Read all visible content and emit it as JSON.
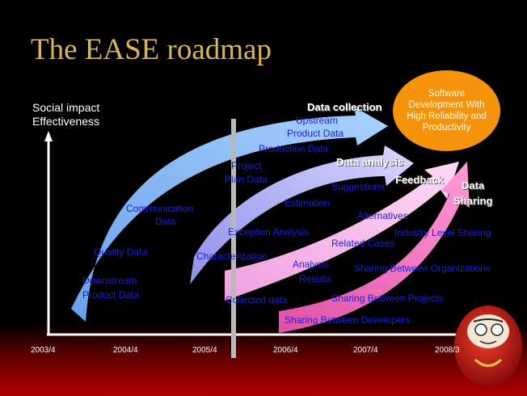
{
  "title": "The EASE roadmap",
  "y_axis_label": [
    "Social impact",
    "Effectiveness"
  ],
  "x_ticks": [
    "2003/4",
    "2004/4",
    "2005/4",
    "2006/4",
    "2007/4",
    "2008/3"
  ],
  "streams": {
    "data_collection": {
      "heading": "Data collection",
      "items": [
        "Upstream",
        "Product Data",
        "Production Data",
        "Project",
        "Plan Data",
        "Communication",
        "Data",
        "Quality Data",
        "Downstream",
        "Product Data"
      ]
    },
    "data_analysis": {
      "heading": "Data analysis",
      "items": [
        "Suggestions",
        "Estimation",
        "Exception Analysis",
        "Characterization"
      ]
    },
    "feedback": {
      "heading": "Feedback",
      "items": [
        "Alternatives",
        "Related Cases",
        "Analysis",
        "Results",
        "Collected data"
      ]
    },
    "data_sharing": {
      "heading": [
        "Data",
        "Sharing"
      ],
      "items": [
        "Industry Level Sharing",
        "Sharing Between Organizations",
        "Sharing Between Projects",
        "Sharing Between Developers"
      ]
    }
  },
  "goal": "Software Development With High Reliability and Productivity",
  "colors": {
    "title": "#d8b55a",
    "blue_arrow": "#8fbff5",
    "lavender_arrow": "#b8b6f2",
    "pink_arrow": "#f5b5e8",
    "magenta_arrow": "#f36fc0",
    "goal_ellipse": "#f5940a",
    "label_text": "#1d1ee0"
  },
  "icons": [
    "daruma-doll-icon"
  ]
}
